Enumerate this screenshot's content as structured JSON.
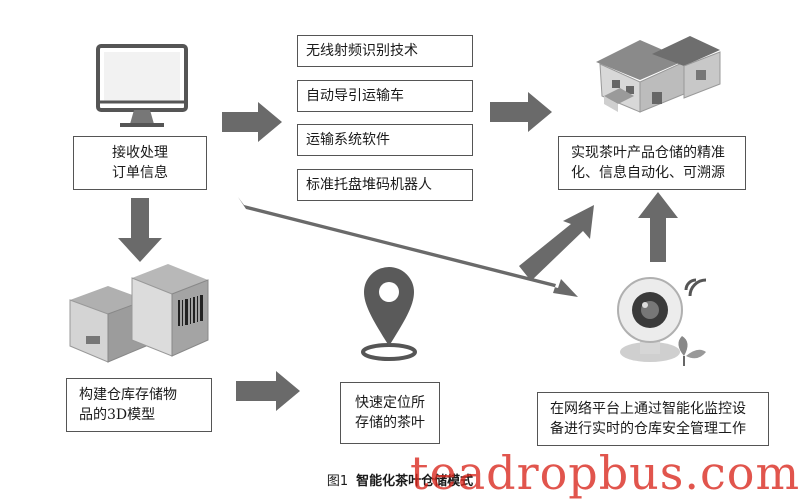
{
  "figure": {
    "caption_number": "图1",
    "caption_title": "智能化茶叶仓储模式"
  },
  "nodes": {
    "order_line1": "接收处理",
    "order_line2": "订单信息",
    "tech": [
      "无线射频识别技术",
      "自动导引运输车",
      "运输系统软件",
      "标准托盘堆码机器人"
    ],
    "goal_line1": "实现茶叶产品仓储的精准",
    "goal_line2": "化、信息自动化、可溯源",
    "model_line1": "构建仓库存储物",
    "model_line2": "品的3D模型",
    "locate_line1": "快速定位所",
    "locate_line2": "存储的茶叶",
    "monitor_line1": "在网络平台上通过智能化监控设",
    "monitor_line2": "备进行实时的仓库安全管理工作"
  },
  "icons": [
    "computer-monitor-icon",
    "warehouse-icon",
    "cardboard-boxes-icon",
    "location-pin-icon",
    "surveillance-camera-icon"
  ],
  "colors": {
    "arrow": "#6a6a6a",
    "border": "#555555",
    "watermark": "#d9261c"
  },
  "watermark": "teadropbus.com"
}
